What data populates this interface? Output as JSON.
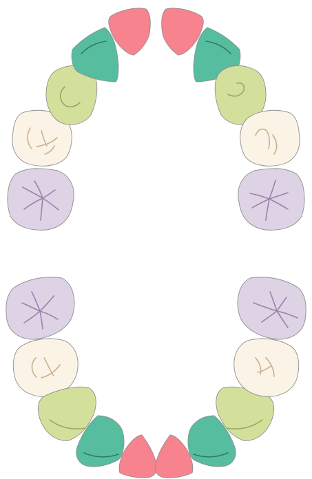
{
  "colors": {
    "incisor": "#f7838e",
    "lateral_incisor": "#56bd9f",
    "canine": "#d3e09b",
    "premolar": "#fbf3e5",
    "molar": "#ded2e5"
  },
  "groove_colors": {
    "incisor": "#f7838e",
    "lateral_incisor": "#2f7c66",
    "canine": "#98a85e",
    "premolar": "#cbb08f",
    "molar": "#9e80ad"
  },
  "upper_arch": [
    {
      "id": "upper-right-molar",
      "type": "molar",
      "side": "right"
    },
    {
      "id": "upper-right-premolar",
      "type": "premolar",
      "side": "right"
    },
    {
      "id": "upper-right-canine",
      "type": "canine",
      "side": "right"
    },
    {
      "id": "upper-right-lateral-incisor",
      "type": "lateral_incisor",
      "side": "right"
    },
    {
      "id": "upper-right-central-incisor",
      "type": "incisor",
      "side": "right"
    },
    {
      "id": "upper-left-central-incisor",
      "type": "incisor",
      "side": "left"
    },
    {
      "id": "upper-left-lateral-incisor",
      "type": "lateral_incisor",
      "side": "left"
    },
    {
      "id": "upper-left-canine",
      "type": "canine",
      "side": "left"
    },
    {
      "id": "upper-left-premolar",
      "type": "premolar",
      "side": "left"
    },
    {
      "id": "upper-left-molar",
      "type": "molar",
      "side": "left"
    }
  ],
  "lower_arch": [
    {
      "id": "lower-right-molar",
      "type": "molar",
      "side": "right"
    },
    {
      "id": "lower-right-premolar",
      "type": "premolar",
      "side": "right"
    },
    {
      "id": "lower-right-canine",
      "type": "canine",
      "side": "right"
    },
    {
      "id": "lower-right-lateral-incisor",
      "type": "lateral_incisor",
      "side": "right"
    },
    {
      "id": "lower-right-central-incisor",
      "type": "incisor",
      "side": "right"
    },
    {
      "id": "lower-left-central-incisor",
      "type": "incisor",
      "side": "left"
    },
    {
      "id": "lower-left-lateral-incisor",
      "type": "lateral_incisor",
      "side": "left"
    },
    {
      "id": "lower-left-canine",
      "type": "canine",
      "side": "left"
    },
    {
      "id": "lower-left-premolar",
      "type": "premolar",
      "side": "left"
    },
    {
      "id": "lower-left-molar",
      "type": "molar",
      "side": "left"
    }
  ]
}
